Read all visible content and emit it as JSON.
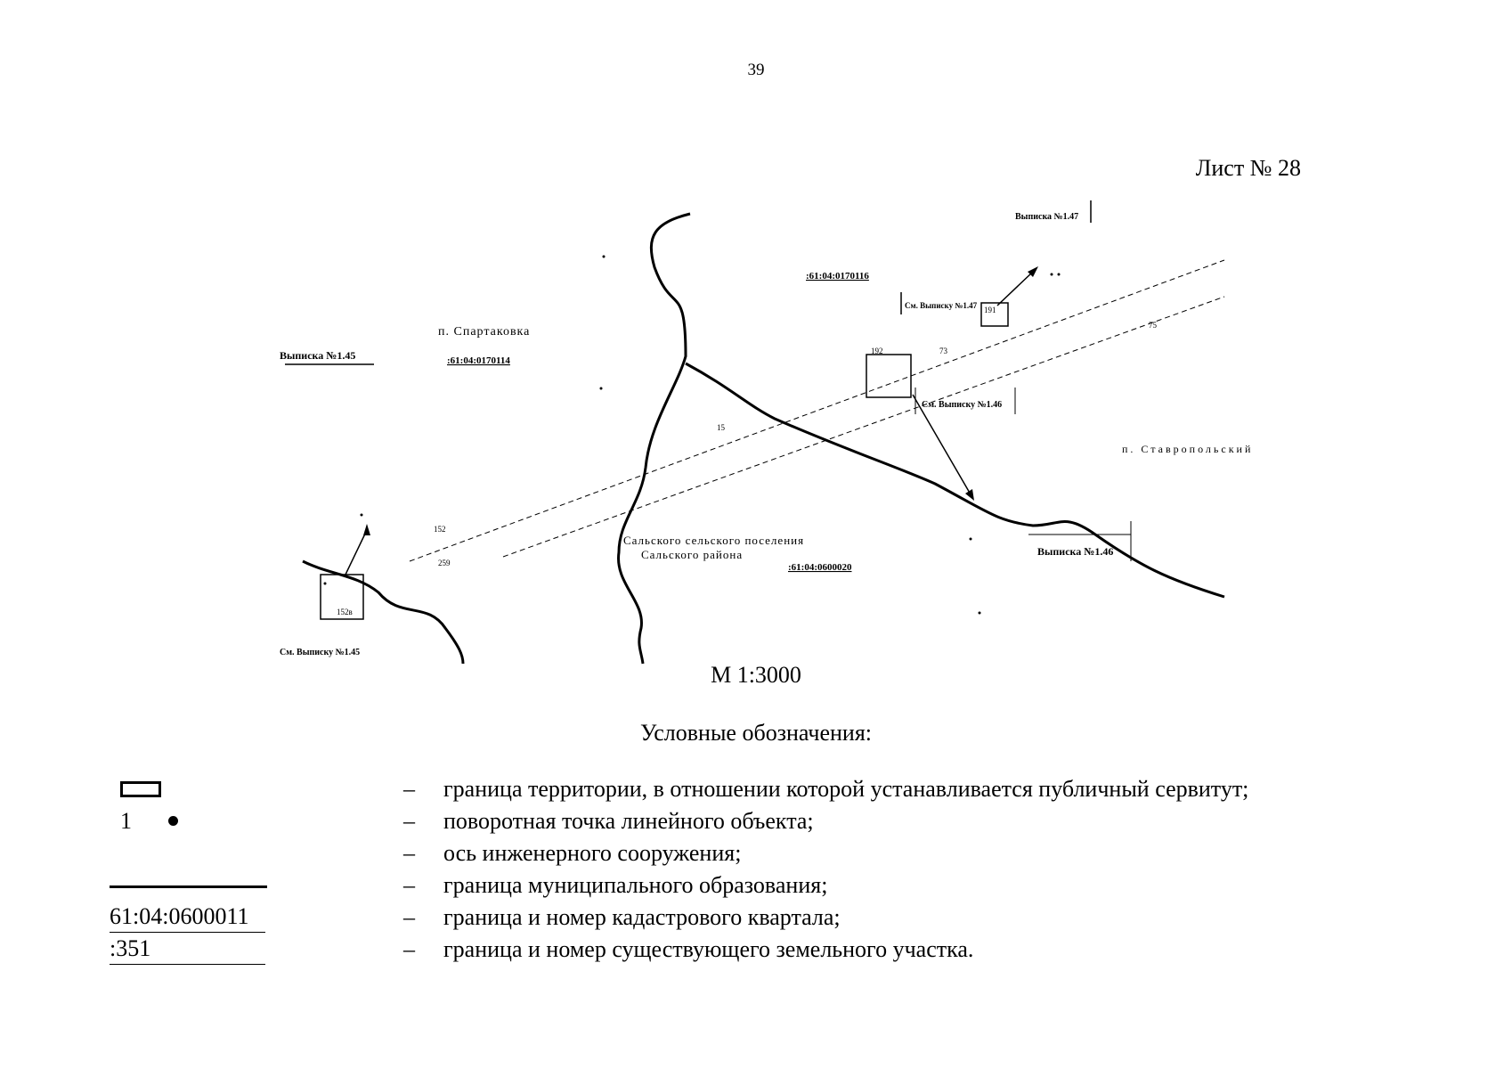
{
  "page": {
    "number": "39",
    "sheet": "Лист № 28"
  },
  "map": {
    "scale": "М 1:3000",
    "labels": {
      "vypiska_45": "Выписка №1.45",
      "vypiska_46": "Выписка №1.46",
      "vypiska_47": "Выписка №1.47",
      "sm_vypisku_45": "См. Выписку №1.45",
      "sm_vypisku_46": "См. Выписку №1.46",
      "sm_vypisku_47": "См. Выписку №1.47",
      "settlement_north": "п. Спартаковка",
      "settlement_east": "п. Ставропольский",
      "municipality_south_1": "Сальского сельского поселения",
      "municipality_south_2": "Сальского района",
      "cad_quarter_1": ":61:04:0170114",
      "cad_quarter_2": ":61:04:0170116",
      "cad_quarter_3": ":61:04:0600020",
      "point_label_1": "15",
      "point_label_2": "152",
      "point_label_3": "191",
      "point_label_4": "192",
      "point_label_5": "152в",
      "point_label_6": "73",
      "point_label_7": "75",
      "point_label_8": "259"
    }
  },
  "legend": {
    "title": "Условные обозначения:",
    "dash": "–",
    "point_number": "1",
    "cad_number": "61:04:0600011",
    "parcel_number": ":351",
    "items": [
      "граница территории, в отношении которой устанавливается публичный сервитут;",
      "поворотная точка линейного объекта;",
      "ось инженерного сооружения;",
      "граница муниципального образования;",
      "граница и номер кадастрового квартала;",
      "граница и номер существующего земельного участка."
    ]
  }
}
